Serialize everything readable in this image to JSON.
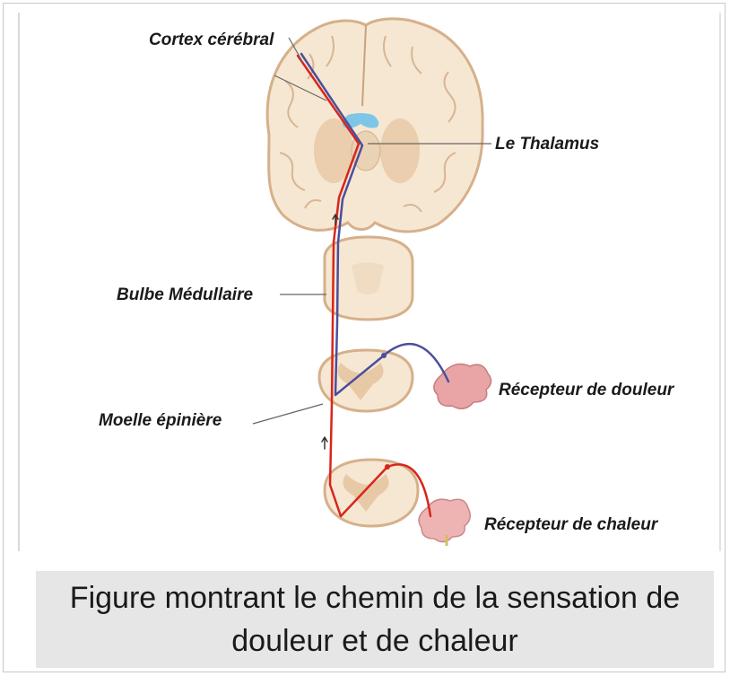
{
  "labels": {
    "cortex": "Cortex cérébral",
    "thalamus": "Le Thalamus",
    "bulbe": "Bulbe Médullaire",
    "moelle": "Moelle épinière",
    "recepteur_douleur": "Récepteur de douleur",
    "recepteur_chaleur": "Récepteur de chaleur"
  },
  "caption": "Figure montrant le chemin de la sensation de douleur et de chaleur",
  "colors": {
    "tissue": "#f6e7d3",
    "tissue_edge": "#d6b08a",
    "gray_matter": "#e8c9a6",
    "pain_path": "#4b4f9c",
    "heat_path": "#d7261b",
    "ventricle": "#7ec6e8",
    "receptor": "#e9a5a5",
    "caption_bg": "#e6e6e6"
  }
}
